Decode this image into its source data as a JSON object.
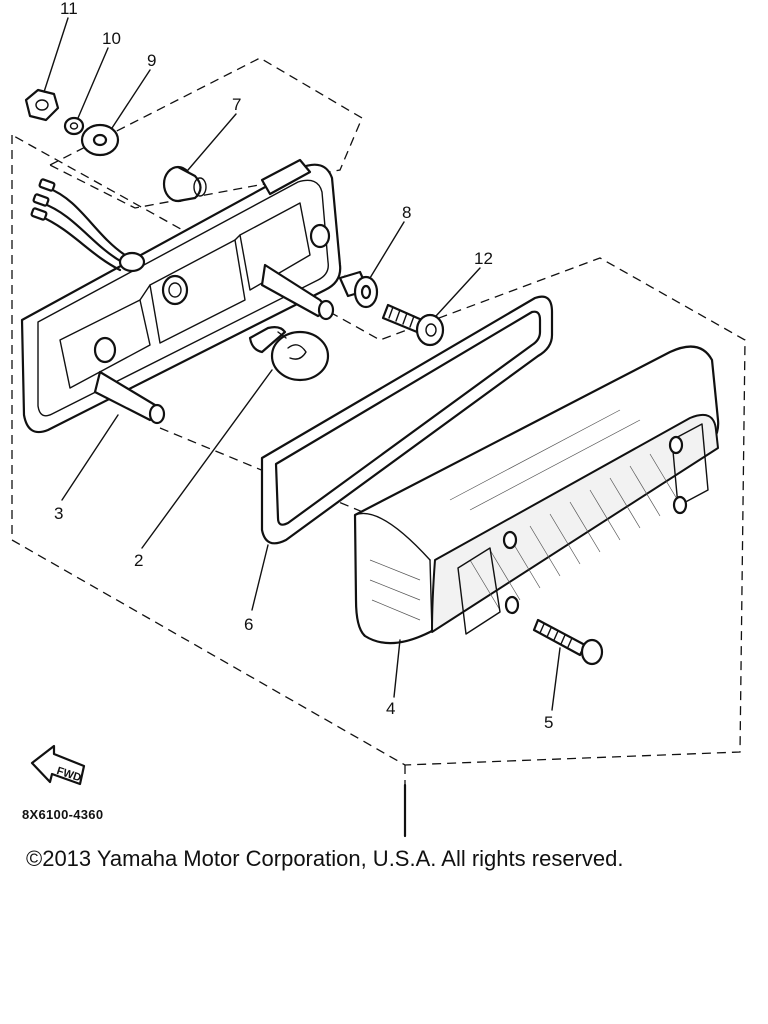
{
  "diagram": {
    "callouts": [
      {
        "id": "1",
        "label": "11"
      },
      {
        "id": "2",
        "label": "10"
      },
      {
        "id": "3",
        "label": "9"
      },
      {
        "id": "4",
        "label": "7"
      },
      {
        "id": "5",
        "label": "8"
      },
      {
        "id": "6",
        "label": "12"
      },
      {
        "id": "7",
        "label": "3"
      },
      {
        "id": "8",
        "label": "2"
      },
      {
        "id": "9",
        "label": "6"
      },
      {
        "id": "10",
        "label": "4"
      },
      {
        "id": "11",
        "label": "5"
      }
    ],
    "fwd_label": "FWD",
    "part_code": "8X6100-4360"
  },
  "footer": {
    "copyright": "©2013 Yamaha Motor Corporation, U.S.A. All rights reserved."
  }
}
